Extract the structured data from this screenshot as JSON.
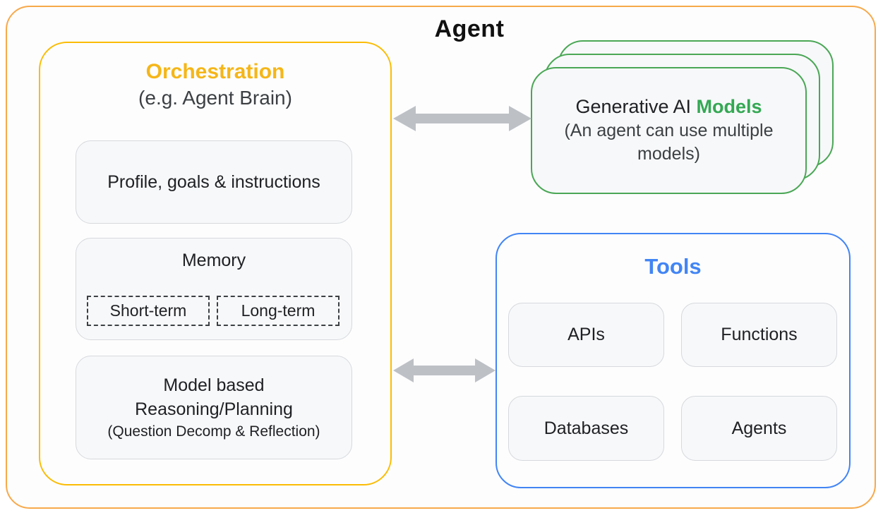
{
  "agent_title": "Agent",
  "orchestration": {
    "title": "Orchestration",
    "subtitle": "(e.g. Agent Brain)",
    "profile_box": {
      "label": "Profile, goals & instructions"
    },
    "memory_box": {
      "label": "Memory",
      "short_term": "Short-term",
      "long_term": "Long-term"
    },
    "reasoning_box": {
      "line1": "Model based",
      "line2": "Reasoning/Planning",
      "note": "(Question Decomp & Reflection)"
    }
  },
  "models": {
    "title_prefix": "Generative AI ",
    "title_highlight": "Models",
    "subtitle": "(An agent can use multiple models)"
  },
  "tools": {
    "title": "Tools",
    "items": [
      "APIs",
      "Functions",
      "Databases",
      "Agents"
    ]
  },
  "colors": {
    "outer_border": "#F7A94B",
    "orchestration_yellow": "#FBBC04",
    "orchestration_title_yellow": "#F5B618",
    "models_green": "#34A853",
    "models_border_green": "#4AA755",
    "tools_blue": "#4285F4",
    "arrow_gray": "#BDC1C6",
    "box_border": "#D6D9DC",
    "box_fill": "#F7F8FA",
    "text_primary": "#202124",
    "text_secondary": "#3C4043",
    "title_black": "#111111",
    "dashed_border": "#3C4043"
  }
}
